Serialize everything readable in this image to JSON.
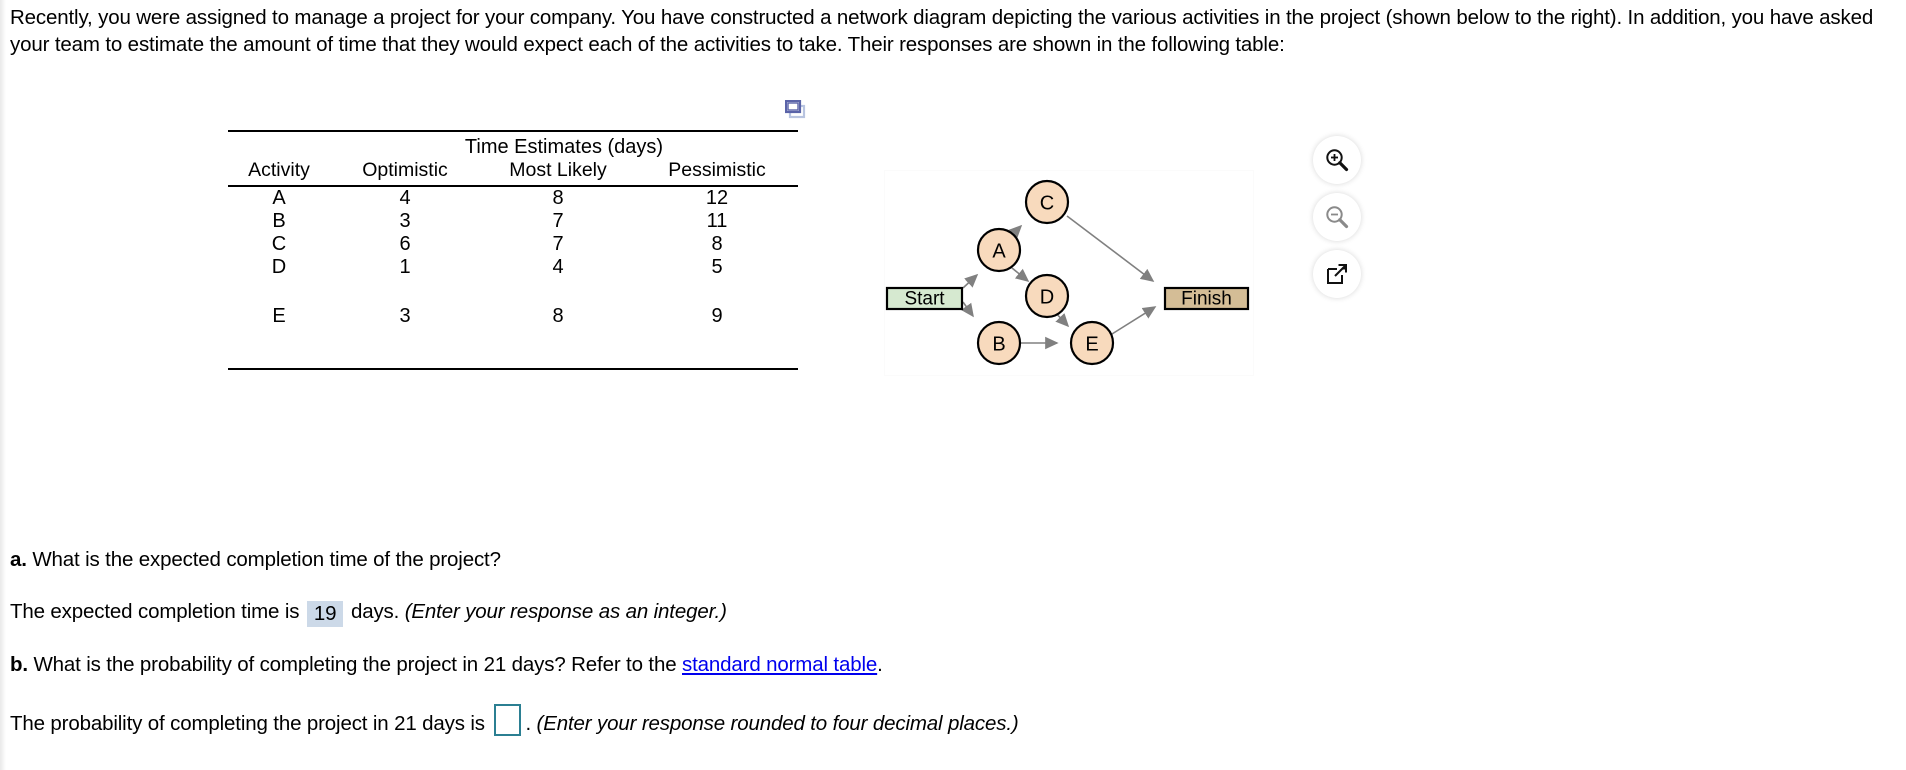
{
  "intro": {
    "text": "Recently, you were assigned to manage a project for your company. You have constructed a network diagram depicting the various activities in the project (shown below to the right). In addition, you have asked your team to estimate the amount of time that they would expect each of the activities to take. Their responses are shown in the following table:"
  },
  "table": {
    "group_header": "Time Estimates (days)",
    "columns": [
      "Activity",
      "Optimistic",
      "Most Likely",
      "Pessimistic"
    ],
    "rows": [
      {
        "activity": "A",
        "optimistic": "4",
        "most_likely": "8",
        "pessimistic": "12"
      },
      {
        "activity": "B",
        "optimistic": "3",
        "most_likely": "7",
        "pessimistic": "11"
      },
      {
        "activity": "C",
        "optimistic": "6",
        "most_likely": "7",
        "pessimistic": "8"
      },
      {
        "activity": "D",
        "optimistic": "1",
        "most_likely": "4",
        "pessimistic": "5"
      },
      {
        "activity": "E",
        "optimistic": "3",
        "most_likely": "8",
        "pessimistic": "9"
      }
    ]
  },
  "diagram": {
    "start_label": "Start",
    "finish_label": "Finish",
    "nodes": [
      {
        "id": "A",
        "label": "A"
      },
      {
        "id": "B",
        "label": "B"
      },
      {
        "id": "C",
        "label": "C"
      },
      {
        "id": "D",
        "label": "D"
      },
      {
        "id": "E",
        "label": "E"
      }
    ],
    "edges": [
      {
        "from": "Start",
        "to": "A"
      },
      {
        "from": "Start",
        "to": "B"
      },
      {
        "from": "A",
        "to": "C"
      },
      {
        "from": "A",
        "to": "D"
      },
      {
        "from": "B",
        "to": "E"
      },
      {
        "from": "D",
        "to": "E"
      },
      {
        "from": "C",
        "to": "Finish"
      },
      {
        "from": "E",
        "to": "Finish"
      }
    ],
    "colors": {
      "node_fill": "#f8dabd",
      "node_stroke": "#000000",
      "start_fill": "#d6e9d0",
      "finish_fill": "#d4bd96",
      "arrow": "#808080"
    }
  },
  "toolbar": {
    "zoom_in": "zoom-in",
    "zoom_out": "zoom-out",
    "popout": "open-in-new-window"
  },
  "questions": {
    "a": {
      "label": "a.",
      "text": "What is the expected completion time of the project?",
      "answer_prefix": "The expected completion time is",
      "answer_value": "19",
      "answer_suffix": "days.",
      "hint": "(Enter your response as an integer.)"
    },
    "b": {
      "label": "b.",
      "text_before_link": "What is the probability of completing the project in 21 days? Refer to the",
      "link_text": "standard normal table",
      "text_after_link": ".",
      "answer_prefix": "The probability of completing the project in 21 days is",
      "answer_value": "",
      "answer_suffix": ".",
      "hint": "(Enter your response rounded to four decimal places.)"
    }
  },
  "colors": {
    "link": "#0000ee",
    "answer_filled_bg": "#ccd9e8",
    "answer_empty_border": "#2b7f92"
  }
}
